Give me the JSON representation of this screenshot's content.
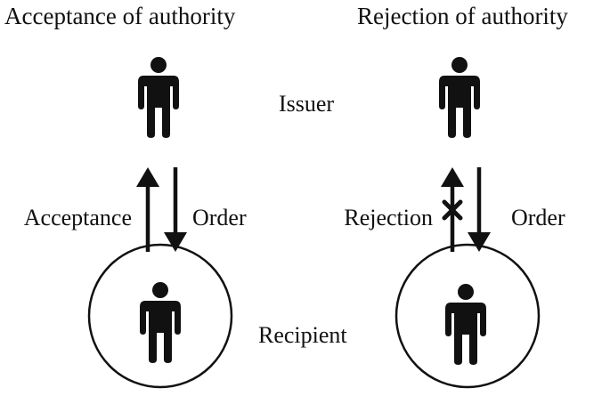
{
  "left_panel": {
    "title": "Acceptance of authority",
    "up_label": "Acceptance",
    "down_label": "Order",
    "up_crossed": false
  },
  "right_panel": {
    "title": "Rejection of authority",
    "up_label": "Rejection",
    "down_label": "Order",
    "up_crossed": true
  },
  "issuer_label": "Issuer",
  "recipient_label": "Recipient",
  "colors": {
    "ink": "#111111",
    "background": "#ffffff"
  },
  "icons": {
    "person": "person-icon",
    "arrow_up": "arrow-up-icon",
    "arrow_down": "arrow-down-icon",
    "cross": "cross-mark-icon"
  }
}
